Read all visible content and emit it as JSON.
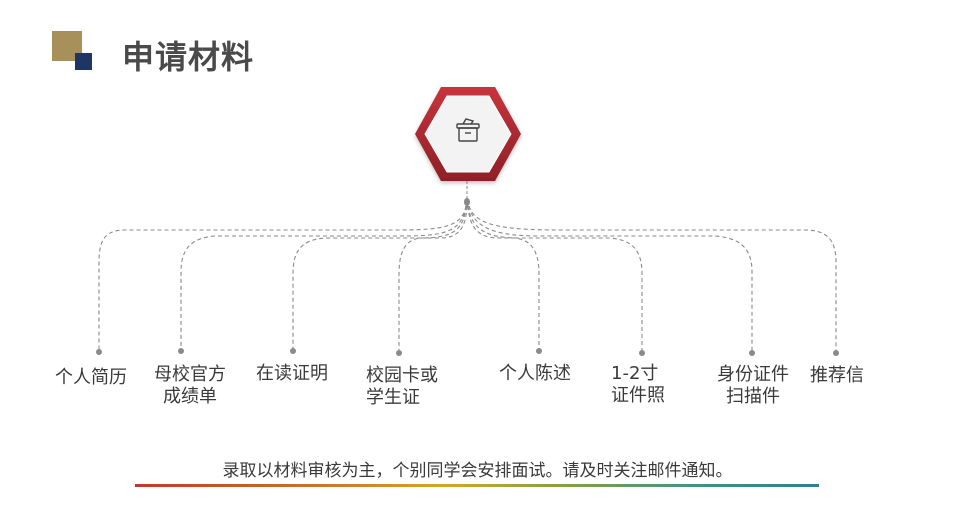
{
  "header": {
    "title": "申请材料"
  },
  "hub": {
    "icon": "archive-box-icon",
    "outer_color": "#b0303a",
    "inner_color": "#f4f4f4"
  },
  "items": [
    {
      "lines": [
        "个人简历"
      ]
    },
    {
      "lines": [
        "母校官方",
        "成绩单"
      ]
    },
    {
      "lines": [
        "在读证明"
      ]
    },
    {
      "lines": [
        "校园卡或",
        "学生证"
      ]
    },
    {
      "lines": [
        "个人陈述"
      ]
    },
    {
      "lines": [
        "1-2寸",
        "证件照"
      ]
    },
    {
      "lines": [
        "身份证件",
        "扫描件"
      ]
    },
    {
      "lines": [
        "推荐信"
      ]
    }
  ],
  "footer": {
    "note": "录取以材料审核为主，个别同学会安排面试。请及时关注邮件通知。"
  }
}
